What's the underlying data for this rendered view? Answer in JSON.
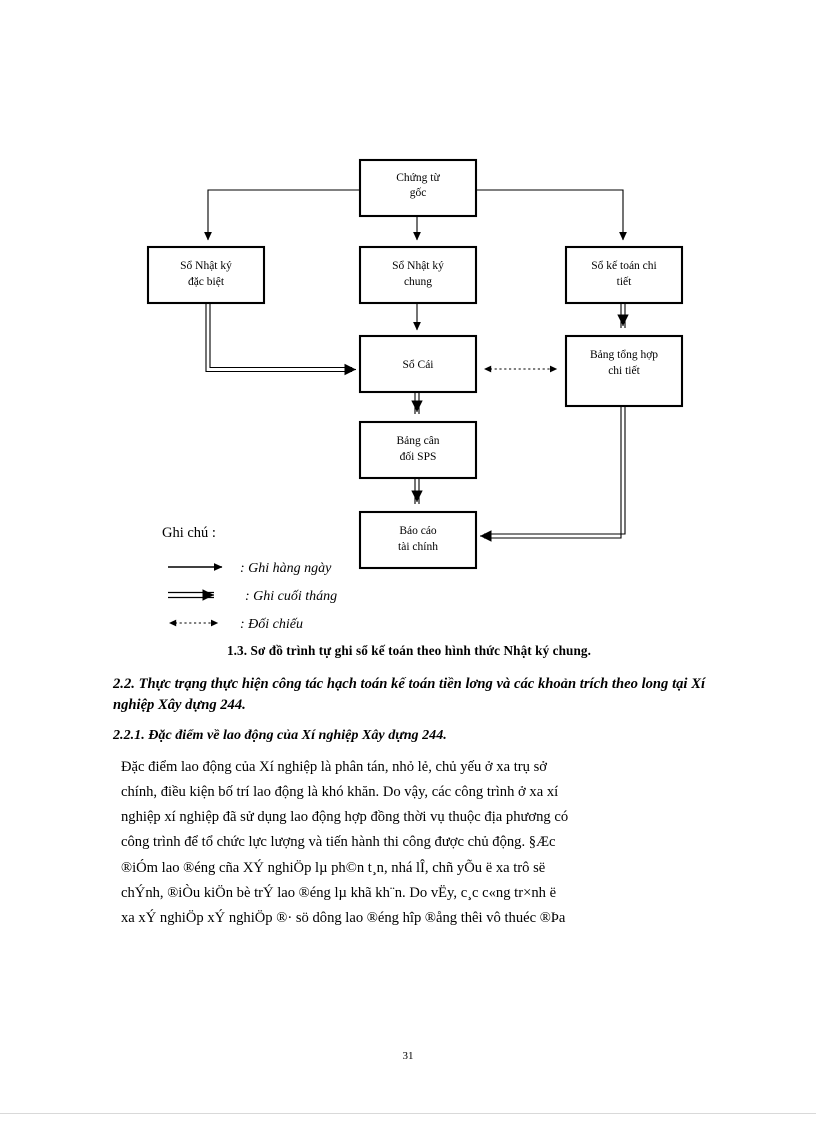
{
  "document": {
    "page_number": "31",
    "caption": "1.3. Sơ đồ trình tự ghi sổ kế toán theo hình thức Nhật ký chung.",
    "heading_2_2": "2.2. Thực trạng thực hiện công tác hạch toán kế toán tiền lơng   và các khoản trích theo long   tại Xí nghiệp Xây dựng 244.",
    "heading_2_2_1": "2.2.1. Đặc điểm về lao động của Xí nghiệp Xây dựng 244.",
    "paragraph_lines": [
      "Đặc điểm lao động của Xí nghiệp là phân tán, nhỏ lẻ, chủ yếu ở xa trụ sở",
      "chính, điều kiện bố trí lao động là khó khăn. Do vậy, các công trình ở xa xí",
      "nghiệp xí nghiệp đã sử dụng lao động hợp đồng thời vụ thuộc địa phương có",
      "công trình để tổ chức lực lượng và tiến hành thi công được chủ động.  §Æc",
      "®iÓm lao ®éng cña XÝ nghiÖp lµ ph©n t¸n, nhá lÎ, chñ yÕu ë xa trô së",
      "chÝnh, ®iÒu kiÖn bè trÝ lao ®éng lµ khã kh¨n. Do vËy, c¸c c«ng tr×nh ë",
      "xa xÝ nghiÖp xÝ nghiÖp ®· sö dông lao ®éng hîp ®ång thêi vô thuéc ®Þa"
    ]
  },
  "flowchart": {
    "title": "Sơ đồ trình tự ghi sổ kế toán theo hình thức Nhật ký chung",
    "boxes": [
      {
        "id": "chung-tu-goc",
        "lines": [
          "Chứng từ",
          "gốc"
        ]
      },
      {
        "id": "so-nhat-ky-dac-biet",
        "lines": [
          "Sổ Nhật ký",
          "đặc biệt"
        ]
      },
      {
        "id": "so-nhat-ky-chung",
        "lines": [
          "Sổ Nhật ký",
          "chung"
        ]
      },
      {
        "id": "so-ke-toan-chi-tiet",
        "lines": [
          "Sổ kế toán chi",
          "tiết"
        ]
      },
      {
        "id": "so-cai",
        "lines": [
          "Sổ Cái"
        ]
      },
      {
        "id": "bang-tong-hop-chi-tiet",
        "lines": [
          "Bảng tổng hợp",
          "chi tiết"
        ]
      },
      {
        "id": "bang-can-doi-sps",
        "lines": [
          "Bảng cân",
          "đối SPS"
        ]
      },
      {
        "id": "bao-cao-tai-chinh",
        "lines": [
          "Báo cáo",
          "tài chính"
        ]
      }
    ],
    "legend": {
      "title": "Ghi chú :",
      "items": [
        {
          "style": "single-arrow",
          "label": ": Ghi hàng ngày"
        },
        {
          "style": "double-arrow",
          "label": ": Ghi cuối tháng"
        },
        {
          "style": "dotted-bidirectional",
          "label": ": Đối chiếu"
        }
      ]
    }
  },
  "colors": {
    "ink": "#000000",
    "paper": "#ffffff",
    "rule": "#d9d9d9"
  }
}
